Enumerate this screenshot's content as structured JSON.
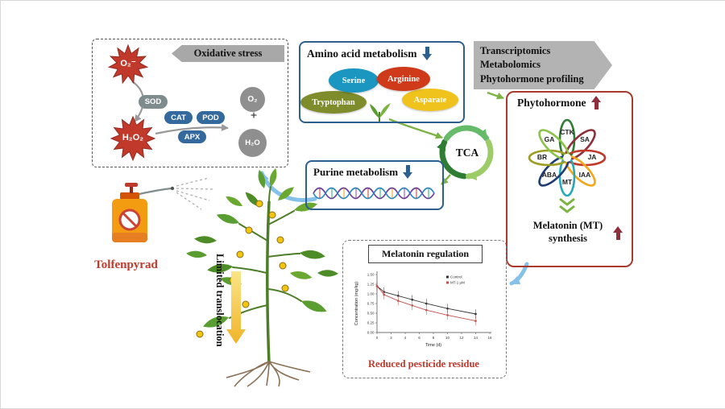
{
  "oxidative": {
    "title": "Oxidative stress",
    "superoxide": "O₂⁻",
    "sod": "SOD",
    "h2o2": "H₂O₂",
    "cat": "CAT",
    "pod": "POD",
    "apx": "APX",
    "o2": "O₂",
    "plus": "+",
    "h2o": "H₂O",
    "burst_color": "#c0392b"
  },
  "amino": {
    "title": "Amino acid metabolism",
    "acids": [
      {
        "label": "Serine",
        "color": "#1a96c0"
      },
      {
        "label": "Arginine",
        "color": "#cf3a1b"
      },
      {
        "label": "Tryptophan",
        "color": "#7e8c2b"
      },
      {
        "label": "Asparate",
        "color": "#efc31c"
      }
    ]
  },
  "omics_banner": {
    "lines": [
      "Transcriptomics",
      "Metabolomics",
      "Phytohormone profiling"
    ]
  },
  "tca": {
    "label": "TCA"
  },
  "purine": {
    "title": "Purine metabolism"
  },
  "phytohormone": {
    "title": "Phytohormone",
    "petals": [
      {
        "label": "CTK",
        "color": "#2e7d32"
      },
      {
        "label": "SA",
        "color": "#8e2f3c"
      },
      {
        "label": "JA",
        "color": "#c0392b"
      },
      {
        "label": "IAA",
        "color": "#f2a71b"
      },
      {
        "label": "MT",
        "color": "#26a9b5"
      },
      {
        "label": "ABA",
        "color": "#1f3b73"
      },
      {
        "label": "BR",
        "color": "#9e9d24"
      },
      {
        "label": "GA",
        "color": "#8bc34a"
      }
    ],
    "synthesis_line1": "Melatonin (MT)",
    "synthesis_line2": "synthesis"
  },
  "sprayer": {
    "label": "Tolfenpyrad",
    "label_color": "#c0392b"
  },
  "plant": {
    "translocation_label": "Limited translocation"
  },
  "melatonin_box": {
    "title": "Melatonin regulation",
    "caption": "Reduced pesticide residue",
    "caption_color": "#c0392b"
  },
  "chart_data": {
    "type": "line",
    "x": [
      0,
      1,
      3,
      5,
      7,
      10,
      14
    ],
    "series": [
      {
        "name": "Control",
        "color": "#333333",
        "values": [
          1.2,
          1.05,
          0.95,
          0.85,
          0.75,
          0.62,
          0.48
        ]
      },
      {
        "name": "MT-1 μM",
        "color": "#c0504d",
        "values": [
          1.2,
          0.98,
          0.82,
          0.7,
          0.58,
          0.45,
          0.3
        ]
      }
    ],
    "xlabel": "Time (d)",
    "ylabel": "Concentration (mg/kg)",
    "xlim": [
      0,
      16
    ],
    "ylim": [
      0,
      1.5
    ],
    "xticks": [
      0,
      2,
      4,
      6,
      8,
      10,
      12,
      14,
      16
    ],
    "yticks": [
      0,
      0.25,
      0.5,
      0.75,
      1,
      1.25,
      1.5
    ],
    "legend_position": "top-right",
    "error_bars": true
  }
}
